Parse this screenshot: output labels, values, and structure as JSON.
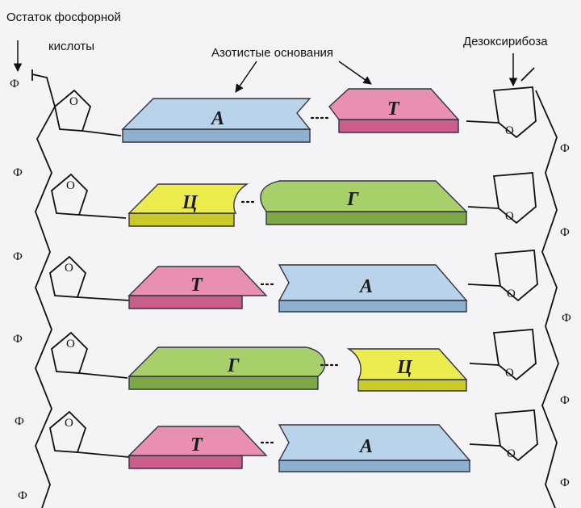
{
  "labels": {
    "phosphate_residue_line1": "Остаток фосфорной",
    "phosphate_residue_line2": "кислоты",
    "nitrogenous_bases": "Азотистые основания",
    "deoxyribose": "Дезоксирибоза",
    "sugar_oxygen": "O"
  },
  "left_strand": {
    "phosphates": [
      "Ф",
      "Ф",
      "Ф",
      "Ф",
      "Ф",
      "Ф"
    ]
  },
  "right_strand": {
    "phosphates": [
      "Ф",
      "Ф",
      "Ф",
      "Ф",
      "Ф"
    ]
  },
  "base_pairs": [
    {
      "left": "А",
      "right": "Т"
    },
    {
      "left": "Ц",
      "right": "Г"
    },
    {
      "left": "Т",
      "right": "А"
    },
    {
      "left": "Г",
      "right": "Ц"
    },
    {
      "left": "Т",
      "right": "А"
    }
  ],
  "colors": {
    "А": "#b9d3ea",
    "Т": "#e98fb2",
    "Г": "#a7cf6a",
    "Ц": "#ecec4e",
    "А_side": "#8eb0cf",
    "Т_side": "#c95f8a",
    "Г_side": "#7ea845",
    "Ц_side": "#c9c928"
  }
}
